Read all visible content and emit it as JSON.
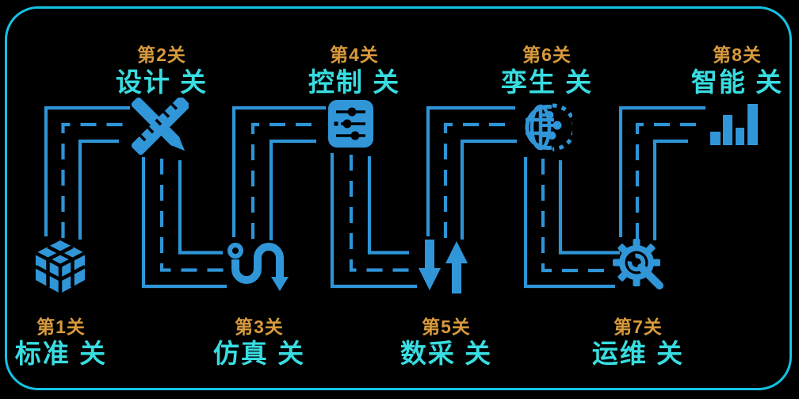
{
  "diagram": {
    "description": "8-level roadmap path diagram (digital factory levels)",
    "road_style": "two solid edges with dashed center line",
    "segments": 7
  },
  "colors": {
    "background": "#000000",
    "border": "#13c3e3",
    "road": "#2e94d6",
    "icon": "#3096d8",
    "level_label": "#d99b3d",
    "name_label": "#38dde1"
  },
  "stages": [
    {
      "id": 1,
      "level": "第1关",
      "name": "标准 关",
      "icon": "cube-icon",
      "row": "bottom"
    },
    {
      "id": 2,
      "level": "第2关",
      "name": "设计 关",
      "icon": "ruler-pencil-icon",
      "row": "top"
    },
    {
      "id": 3,
      "level": "第3关",
      "name": "仿真 关",
      "icon": "winding-path-icon",
      "row": "bottom"
    },
    {
      "id": 4,
      "level": "第4关",
      "name": "控制 关",
      "icon": "sliders-icon",
      "row": "top"
    },
    {
      "id": 5,
      "level": "第5关",
      "name": "数采 关",
      "icon": "data-arrows-icon",
      "row": "bottom"
    },
    {
      "id": 6,
      "level": "第6关",
      "name": "孪生 关",
      "icon": "globe-network-icon",
      "row": "top"
    },
    {
      "id": 7,
      "level": "第7关",
      "name": "运维 关",
      "icon": "gear-wrench-icon",
      "row": "bottom"
    },
    {
      "id": 8,
      "level": "第8关",
      "name": "智能 关",
      "icon": "bar-chart-icon",
      "row": "top"
    }
  ]
}
